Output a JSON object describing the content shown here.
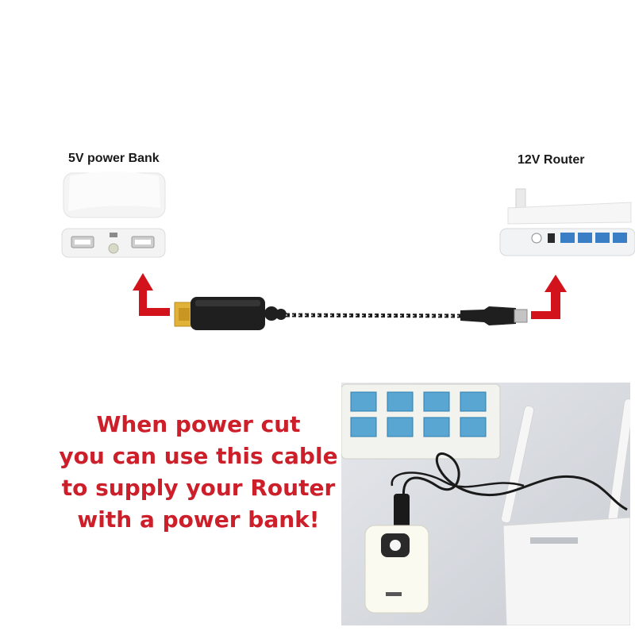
{
  "labels": {
    "power_bank": "5V power Bank",
    "router": "12V Router"
  },
  "caption": {
    "line1": "When power cut",
    "line2": "you can use this cable",
    "line3": "to supply your Router",
    "line4": "with a power bank!"
  },
  "colors": {
    "caption": "#cc1f2a",
    "arrow": "#d2131c",
    "cable": "#1c1c1c"
  },
  "icons": {
    "left_arrow": "arrow-up-icon",
    "right_arrow": "arrow-up-icon"
  }
}
